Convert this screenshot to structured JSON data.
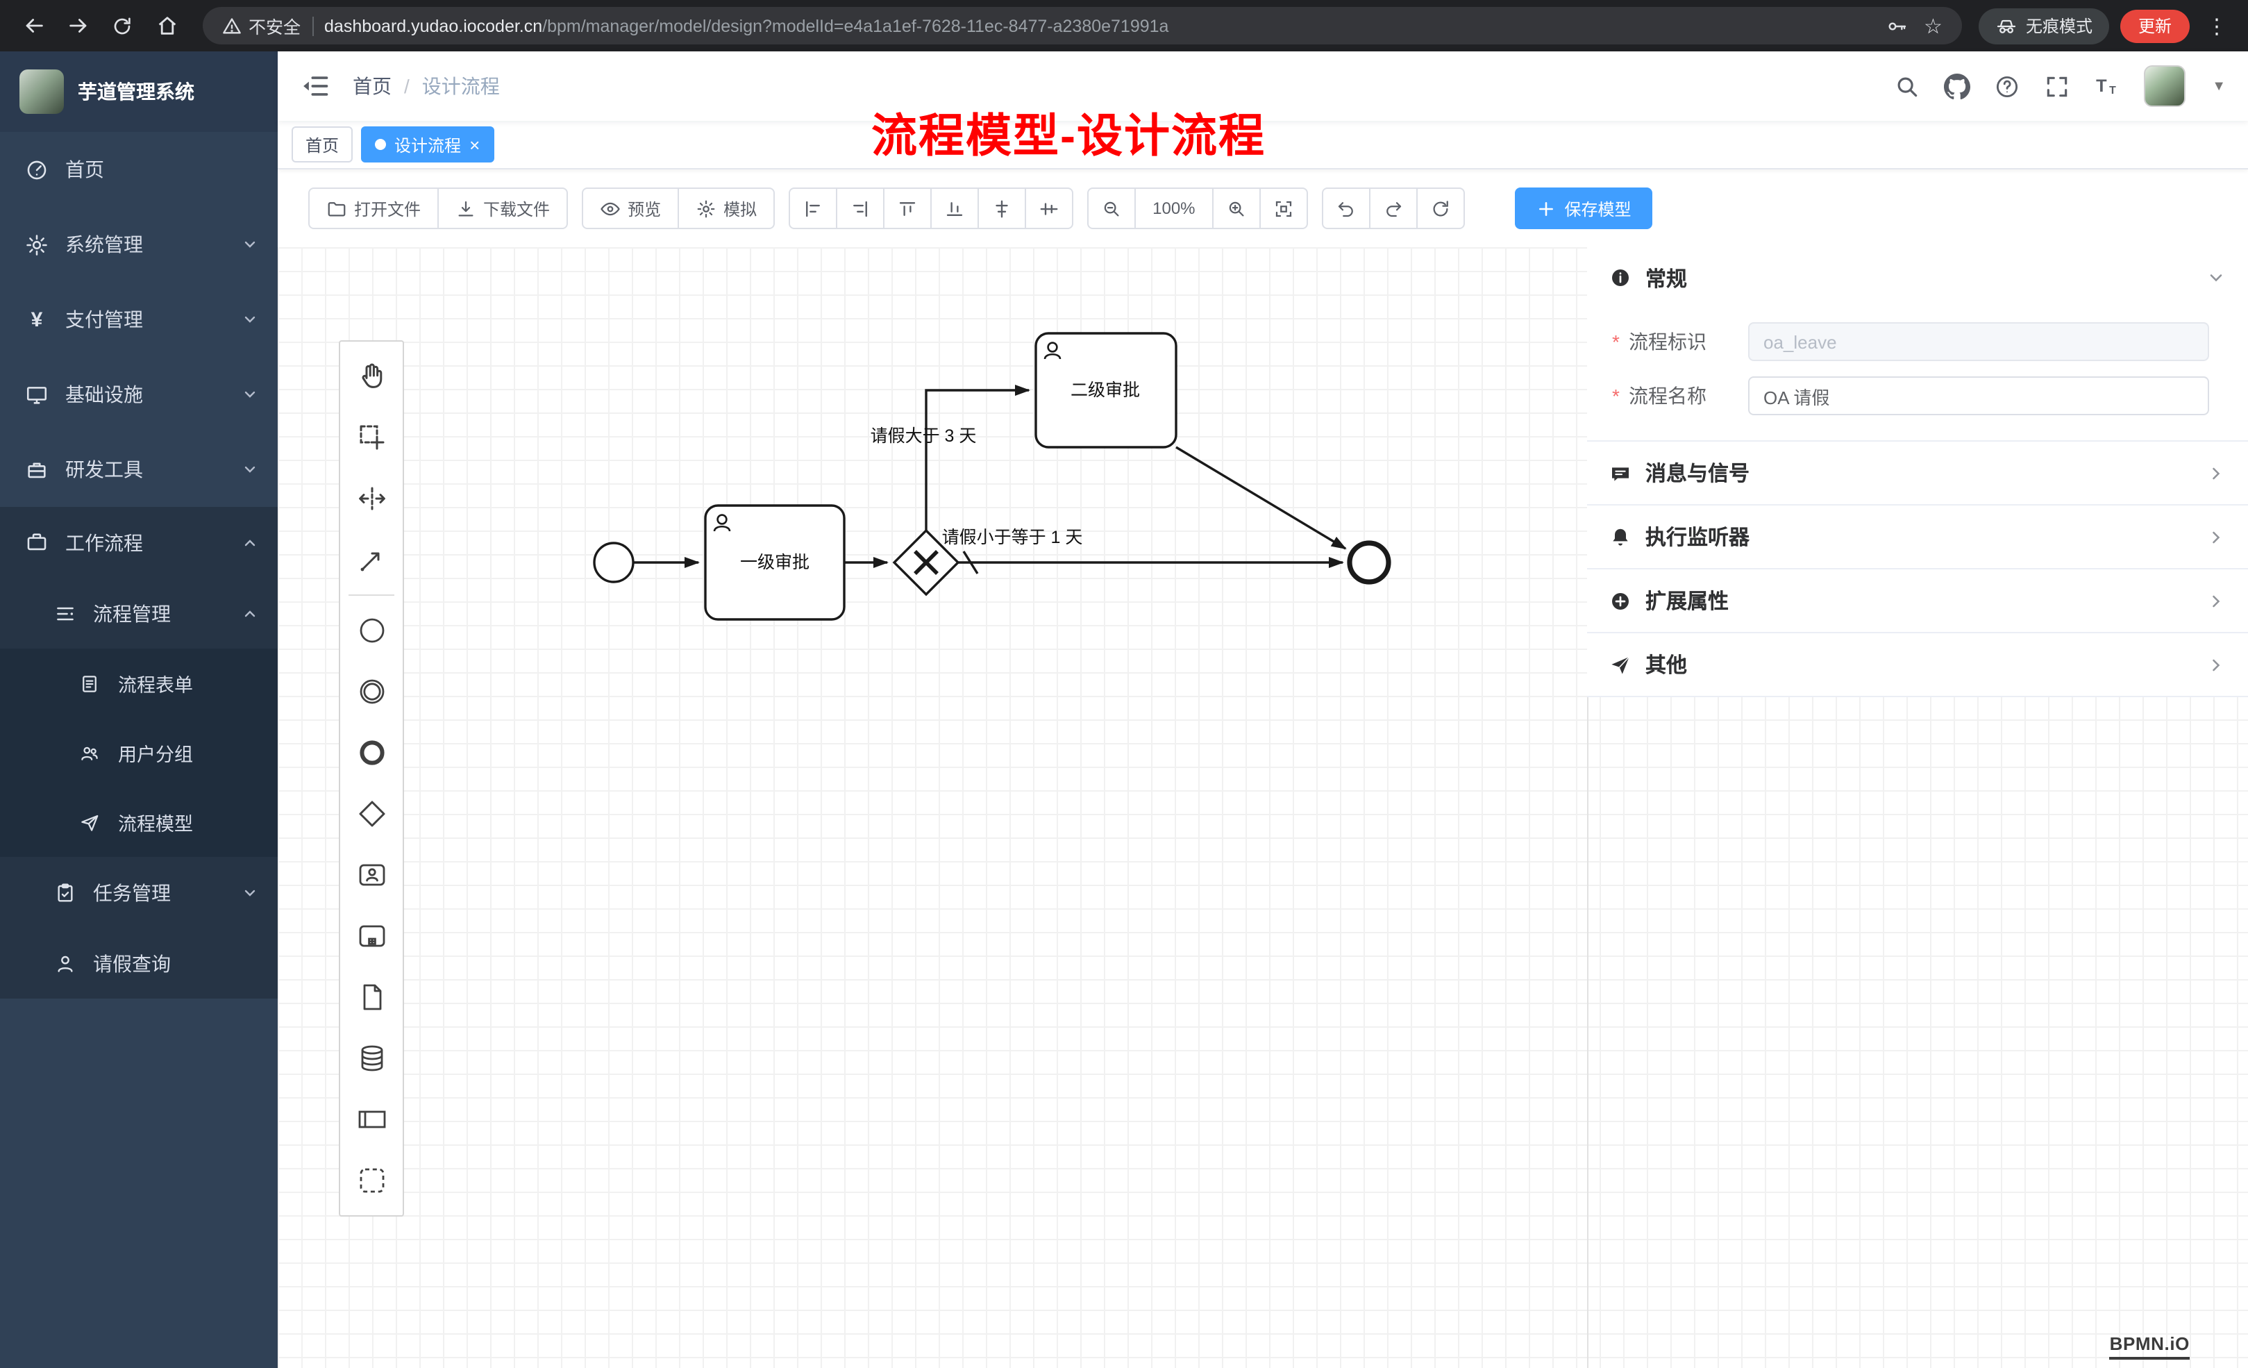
{
  "browser": {
    "security_label": "不安全",
    "url_host": "dashboard.yudao.iocoder.cn",
    "url_path": "/bpm/manager/model/design?modelId=e4a1a1ef-7628-11ec-8477-a2380e71991a",
    "incognito_label": "无痕模式",
    "update_label": "更新"
  },
  "icons": {
    "yen": "¥",
    "question": "?",
    "star": "☆",
    "dots": "⋮",
    "caret": "▼",
    "font_big": "T",
    "font_small": "T"
  },
  "sidebar": {
    "app_title": "芋道管理系统",
    "items": [
      {
        "label": "首页",
        "icon": "dashboard-icon"
      },
      {
        "label": "系统管理",
        "icon": "gear-icon"
      },
      {
        "label": "支付管理",
        "icon": "yen-icon"
      },
      {
        "label": "基础设施",
        "icon": "infra-icon"
      },
      {
        "label": "研发工具",
        "icon": "tools-icon"
      },
      {
        "label": "工作流程",
        "icon": "workflow-icon"
      }
    ],
    "workflow_children": [
      {
        "label": "流程管理",
        "icon": "process-icon"
      },
      {
        "label": "任务管理",
        "icon": "task-icon"
      },
      {
        "label": "请假查询",
        "icon": "user-icon"
      }
    ],
    "process_children": [
      {
        "label": "流程表单",
        "icon": "form-icon"
      },
      {
        "label": "用户分组",
        "icon": "group-icon"
      },
      {
        "label": "流程模型",
        "icon": "model-icon"
      }
    ]
  },
  "header": {
    "breadcrumb": [
      "首页",
      "设计流程"
    ],
    "breadcrumb_sep": "/"
  },
  "tags": {
    "home": "首页",
    "design": "设计流程",
    "close": "×"
  },
  "caption": "流程模型-设计流程",
  "toolbar": {
    "open": "打开文件",
    "download": "下载文件",
    "preview": "预览",
    "simulate": "模拟",
    "zoom": "100%",
    "save": "保存模型"
  },
  "panel": {
    "required_mark": "*",
    "sections": {
      "general": "常规",
      "message": "消息与信号",
      "listener": "执行监听器",
      "ext": "扩展属性",
      "other": "其他"
    },
    "fields": [
      {
        "label": "流程标识",
        "value": "oa_leave"
      },
      {
        "label": "流程名称",
        "value": "OA 请假"
      }
    ]
  },
  "diagram": {
    "nodes": {
      "task1": "一级审批",
      "task2": "二级审批"
    },
    "labels": {
      "gt": "请假大于 3 天",
      "lte": "请假小于等于 1 天"
    }
  },
  "watermark": "BPMN.iO"
}
